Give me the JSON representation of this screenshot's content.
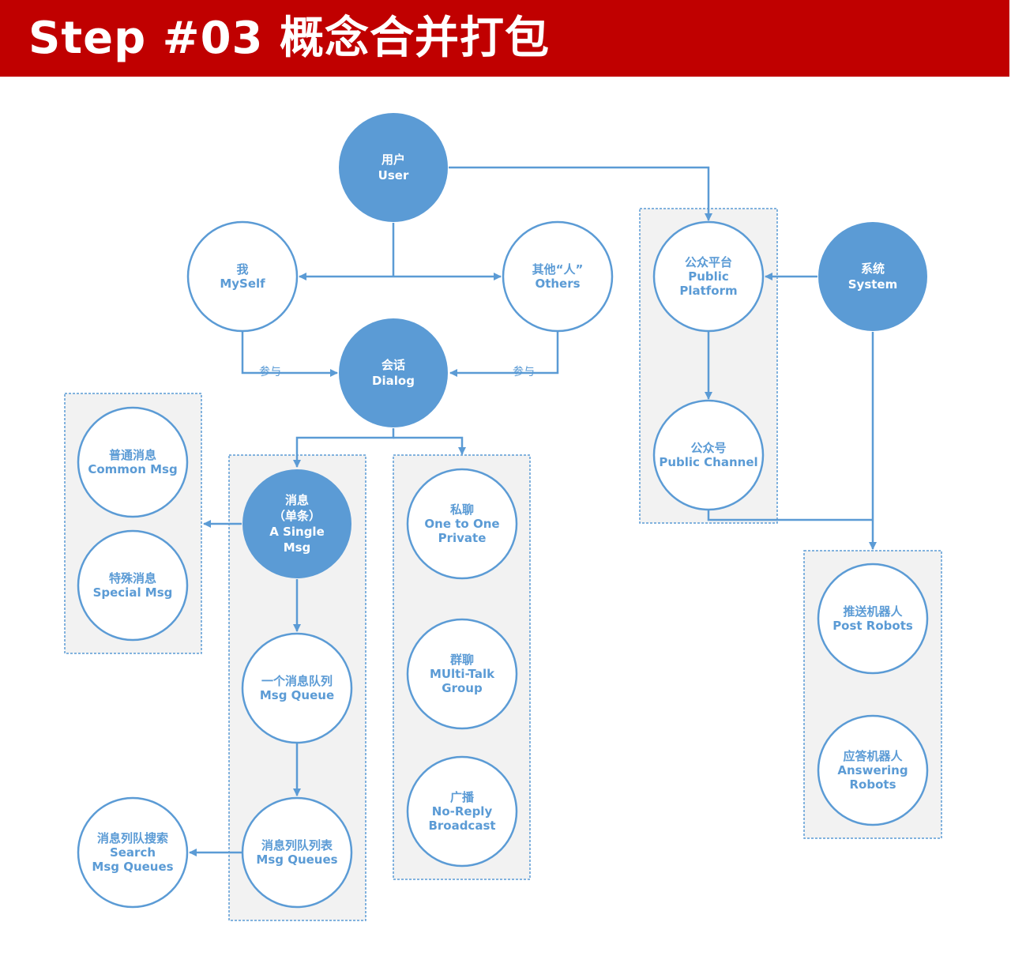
{
  "header": {
    "title": "Step #03 概念合并打包"
  },
  "edge_labels": {
    "participate_left": "参与",
    "participate_right": "参与"
  },
  "colors": {
    "banner": "#c00000",
    "accent": "#5b9bd5",
    "group_fill": "#f2f2f2"
  },
  "nodes": {
    "user": [
      "用户",
      "User"
    ],
    "myself": [
      "我",
      "MySelf"
    ],
    "others": [
      "其他“人”",
      "Others"
    ],
    "public_platform": [
      "公众平台",
      "Public",
      "Platform"
    ],
    "system": [
      "系统",
      "System"
    ],
    "dialog": [
      "会话",
      "Dialog"
    ],
    "public_channel": [
      "公众号",
      "Public Channel"
    ],
    "common_msg": [
      "普通消息",
      "Common Msg"
    ],
    "special_msg": [
      "特殊消息",
      "Special Msg"
    ],
    "single_msg": [
      "消息",
      "（单条）",
      "A Single",
      "Msg"
    ],
    "private": [
      "私聊",
      "One to One",
      "Private"
    ],
    "msg_queue": [
      "一个消息队列",
      "Msg Queue"
    ],
    "group": [
      "群聊",
      "MUlti-Talk",
      "Group"
    ],
    "broadcast": [
      "广播",
      "No-Reply",
      "Broadcast"
    ],
    "post_robots": [
      "推送机器人",
      "Post Robots"
    ],
    "answering_robots": [
      "应答机器人",
      "Answering",
      "Robots"
    ],
    "msg_queues": [
      "消息列队列表",
      "Msg Queues"
    ],
    "search": [
      "消息列队搜索",
      "Search",
      "Msg Queues"
    ]
  }
}
